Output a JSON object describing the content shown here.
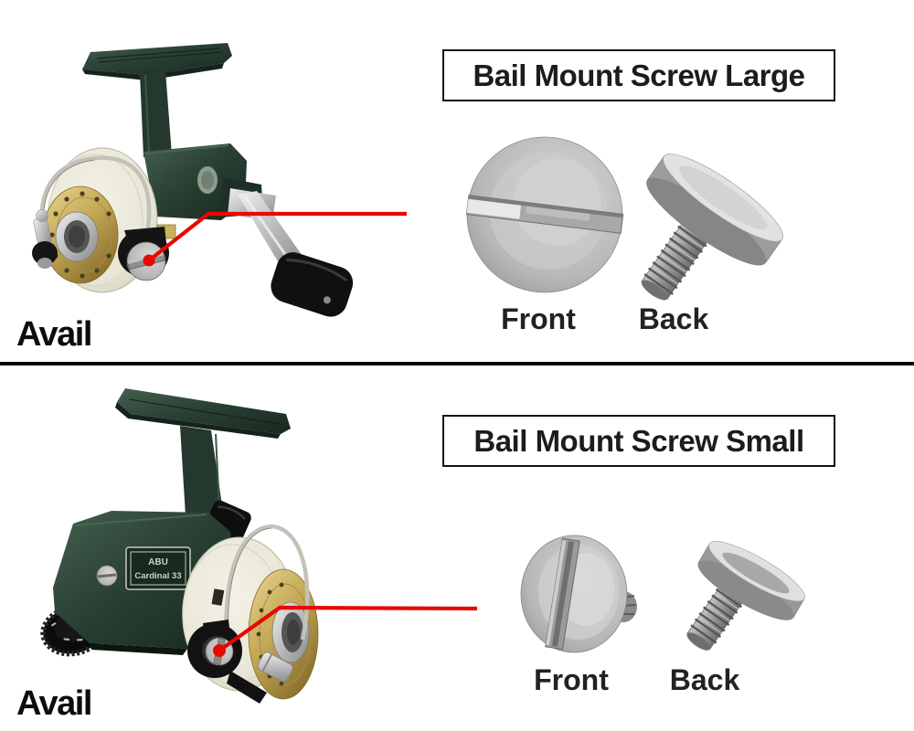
{
  "sections": [
    {
      "title": "Bail Mount Screw Large",
      "front_label": "Front",
      "back_label": "Back",
      "brand": "Avail"
    },
    {
      "title": "Bail Mount Screw Small",
      "front_label": "Front",
      "back_label": "Back",
      "brand": "Avail"
    }
  ],
  "reel_small": {
    "plate_line1": "ABU",
    "plate_line2": "Cardinal 33"
  },
  "colors": {
    "annotation_red": "#e80802",
    "body_green": "#24382e",
    "spool_gold": "#c3a855",
    "rotor_cream": "#eae8da",
    "divider_black": "#000000"
  }
}
